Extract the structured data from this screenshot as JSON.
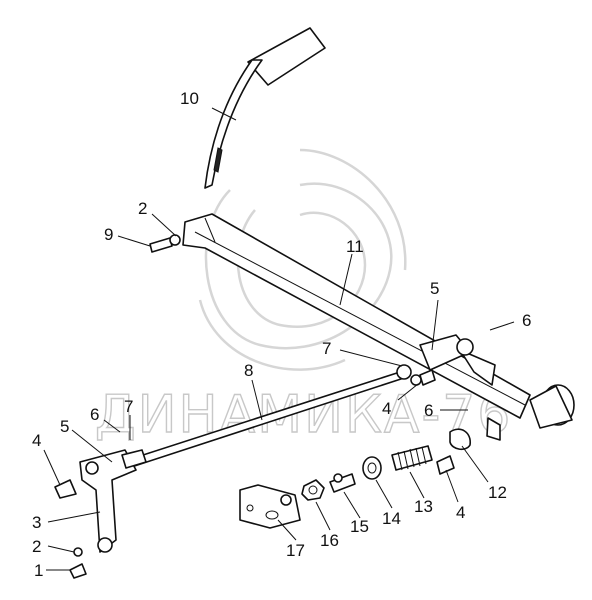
{
  "watermark": {
    "text": "ДИНАМИКА-76"
  },
  "callouts": [
    {
      "id": "c10",
      "label": "10"
    },
    {
      "id": "c2a",
      "label": "2"
    },
    {
      "id": "c9",
      "label": "9"
    },
    {
      "id": "c11",
      "label": "11"
    },
    {
      "id": "c5a",
      "label": "5"
    },
    {
      "id": "c6a",
      "label": "6"
    },
    {
      "id": "c7a",
      "label": "7"
    },
    {
      "id": "c8",
      "label": "8"
    },
    {
      "id": "c4a",
      "label": "4"
    },
    {
      "id": "c6b",
      "label": "6"
    },
    {
      "id": "c5b",
      "label": "5"
    },
    {
      "id": "c6c",
      "label": "6"
    },
    {
      "id": "c7b",
      "label": "7"
    },
    {
      "id": "c4b",
      "label": "4"
    },
    {
      "id": "c3",
      "label": "3"
    },
    {
      "id": "c2b",
      "label": "2"
    },
    {
      "id": "c1",
      "label": "1"
    },
    {
      "id": "c12",
      "label": "12"
    },
    {
      "id": "c13",
      "label": "13"
    },
    {
      "id": "c4c",
      "label": "4"
    },
    {
      "id": "c14",
      "label": "14"
    },
    {
      "id": "c15",
      "label": "15"
    },
    {
      "id": "c16",
      "label": "16"
    },
    {
      "id": "c17",
      "label": "17"
    }
  ]
}
